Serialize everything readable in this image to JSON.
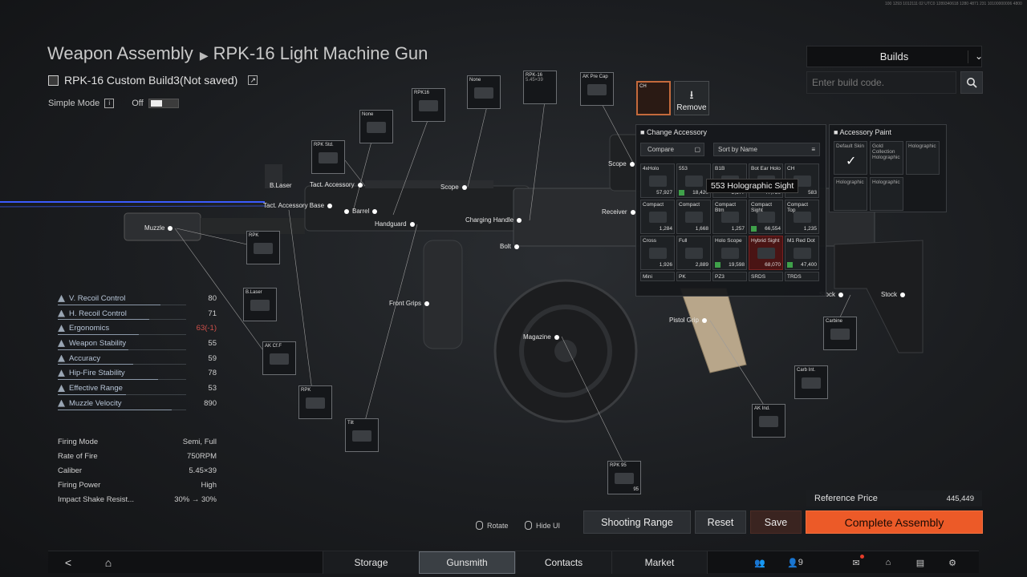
{
  "header": {
    "breadcrumb_root": "Weapon Assembly",
    "weapon_name": "RPK-16 Light Machine Gun",
    "build_name": "RPK-16 Custom Build3(Not saved)",
    "simple_mode_label": "Simple Mode",
    "simple_mode_state": "Off",
    "debug_text": "100 1293 1012111 02 UTC0 1289340618 1280 4871 231 10100000006 4800"
  },
  "builds": {
    "label": "Builds",
    "code_placeholder": "Enter build code."
  },
  "parts": {
    "labels": {
      "b_laser": "B.Laser",
      "tact_accessory_base": "Tact. Accessory Base",
      "tact_accessory": "Tact. Accessory",
      "barrel": "Barrel",
      "scope": "Scope",
      "scope2": "Scope",
      "handguard": "Handguard",
      "charging_handle": "Charging Handle",
      "bolt": "Bolt",
      "receiver": "Receiver",
      "muzzle": "Muzzle",
      "front_grips": "Front Grips",
      "magazine": "Magazine",
      "pistol_grip": "Pistol Grip",
      "stock": "Stock",
      "stock2": "Stock"
    },
    "thumbs": {
      "t_rpk_std": "RPK Std.",
      "t_none1": "None",
      "t_rpk16": "RPK16",
      "t_none2": "None",
      "t_rpk16_cal": "RPK-16",
      "t_rpk16_cal_sub": "5.45×39",
      "t_ak_pre_cap": "AK Pre Cap",
      "t_rpk_muzzle": "RPK",
      "t_b_laser": "B.Laser",
      "t_ak_cf": "AK Cf.F",
      "t_rpk_barrel": "RPK",
      "t_tilt": "Tilt",
      "t_rpk95": "RPK 95",
      "t_rpk95_count": "95",
      "t_carbine": "Carbine",
      "t_carb_int": "Carb Int.",
      "t_ak_ind": "AK Ind."
    }
  },
  "stats": [
    {
      "label": "V. Recoil Control",
      "value": "80",
      "fill": 0.8,
      "neg": false
    },
    {
      "label": "H. Recoil Control",
      "value": "71",
      "fill": 0.71,
      "neg": false
    },
    {
      "label": "Ergonomics",
      "value": "63(-1)",
      "fill": 0.63,
      "neg": true
    },
    {
      "label": "Weapon Stability",
      "value": "55",
      "fill": 0.55,
      "neg": false
    },
    {
      "label": "Accuracy",
      "value": "59",
      "fill": 0.59,
      "neg": false
    },
    {
      "label": "Hip-Fire Stability",
      "value": "78",
      "fill": 0.78,
      "neg": false
    },
    {
      "label": "Effective Range",
      "value": "53",
      "fill": 0.53,
      "neg": false
    },
    {
      "label": "Muzzle Velocity",
      "value": "890",
      "fill": 0.89,
      "neg": false
    }
  ],
  "specs": [
    {
      "label": "Firing Mode",
      "value": "Semi, Full"
    },
    {
      "label": "Rate of Fire",
      "value": "750RPM"
    },
    {
      "label": "Caliber",
      "value": "5.45×39"
    },
    {
      "label": "Firing Power",
      "value": "High"
    },
    {
      "label": "Impact Shake Resist...",
      "value": "30% → 30%"
    }
  ],
  "accessory": {
    "selected_thumb": "CH",
    "remove_label": "Remove",
    "panel_title": "Change Accessory",
    "compare_label": "Compare",
    "sort_label": "Sort by Name",
    "tooltip": "553 Holographic Sight",
    "items": [
      {
        "name": "4xHolo",
        "price": "57,927",
        "check": false,
        "red": false
      },
      {
        "name": "553",
        "price": "18,420",
        "check": true,
        "red": false
      },
      {
        "name": "B1B",
        "price": "2,177",
        "check": false,
        "red": false
      },
      {
        "name": "Bot Ear Holo",
        "price": "47,730",
        "check": false,
        "red": false
      },
      {
        "name": "CH",
        "price": "583",
        "check": false,
        "red": false
      },
      {
        "name": "Compact",
        "price": "1,284",
        "check": false,
        "red": false
      },
      {
        "name": "Compact",
        "price": "1,668",
        "check": false,
        "red": false
      },
      {
        "name": "Compact Btm",
        "price": "1,257",
        "check": false,
        "red": false
      },
      {
        "name": "Compact Sight",
        "price": "66,554",
        "check": true,
        "red": false
      },
      {
        "name": "Compact Top",
        "price": "1,235",
        "check": false,
        "red": false
      },
      {
        "name": "Cross",
        "price": "1,926",
        "check": false,
        "red": false
      },
      {
        "name": "Full",
        "price": "2,889",
        "check": false,
        "red": false
      },
      {
        "name": "Holo Scope",
        "price": "19,598",
        "check": true,
        "red": false
      },
      {
        "name": "Hybrid Sight",
        "price": "68,070",
        "check": false,
        "red": true
      },
      {
        "name": "M1 Red Dot",
        "price": "47,400",
        "check": true,
        "red": false
      },
      {
        "name": "Mini",
        "price": "",
        "check": false,
        "red": false
      },
      {
        "name": "PK",
        "price": "",
        "check": false,
        "red": false
      },
      {
        "name": "PZ3",
        "price": "",
        "check": false,
        "red": false
      },
      {
        "name": "SRDS",
        "price": "",
        "check": false,
        "red": false
      },
      {
        "name": "TRDS",
        "price": "",
        "check": false,
        "red": false
      }
    ]
  },
  "paint": {
    "title": "Accessory Paint",
    "items": [
      "Default Skin",
      "Gold Collection Holographic",
      "Holographic",
      "Holographic",
      "Holographic"
    ]
  },
  "footer": {
    "ref_label": "Reference Price",
    "ref_value": "445,449",
    "rotate_label": "Rotate",
    "hide_ui_label": "Hide UI",
    "shooting_range": "Shooting Range",
    "reset": "Reset",
    "save": "Save",
    "complete": "Complete Assembly"
  },
  "nav": {
    "tabs": [
      "Storage",
      "Gunsmith",
      "Contacts",
      "Market"
    ],
    "active_tab": "Gunsmith",
    "friends_count": "9"
  },
  "colors": {
    "accent": "#ec5a28",
    "negative": "#d0504a",
    "check": "#3fa14a",
    "laser": "#3b5bff"
  }
}
